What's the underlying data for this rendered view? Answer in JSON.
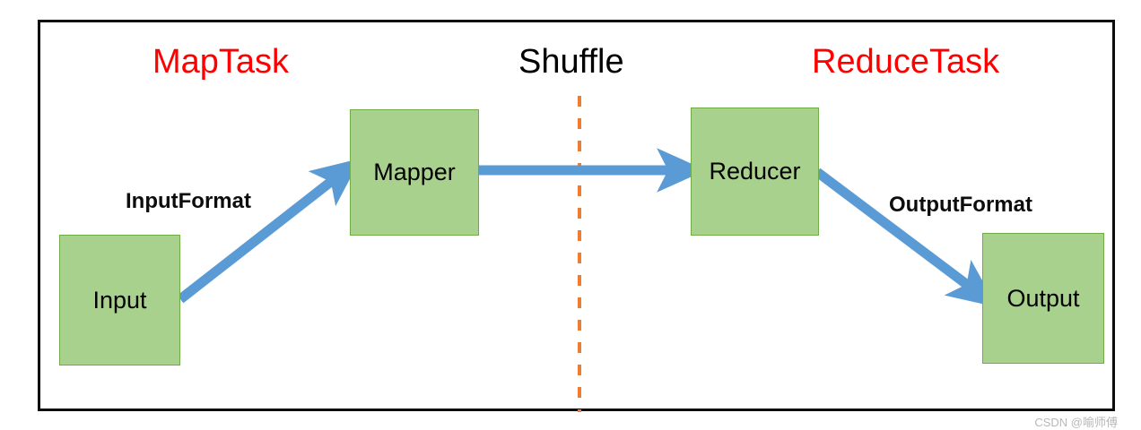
{
  "diagram": {
    "title_bar": {
      "map_task": "MapTask",
      "shuffle": "Shuffle",
      "reduce_task": "ReduceTask"
    },
    "nodes": [
      {
        "id": "input",
        "label": "Input"
      },
      {
        "id": "mapper",
        "label": "Mapper"
      },
      {
        "id": "reducer",
        "label": "Reducer"
      },
      {
        "id": "output",
        "label": "Output"
      }
    ],
    "edge_labels": {
      "input_format": "InputFormat",
      "output_format": "OutputFormat"
    },
    "colors": {
      "heading_accent": "#ff0000",
      "heading_plain": "#000000",
      "box_fill": "#a9d18e",
      "box_border": "#70ad47",
      "arrow": "#5b9bd5",
      "divider": "#ed7d31",
      "frame": "#0d0d0d",
      "watermark": "#b8b8b8"
    }
  },
  "watermark": {
    "text": "CSDN @喻师傅"
  }
}
